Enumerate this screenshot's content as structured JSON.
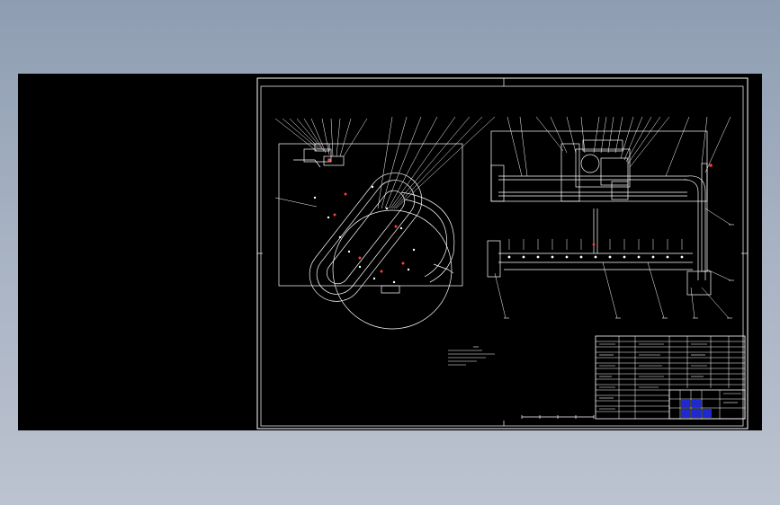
{
  "app": {
    "background_top": "#8e9db2",
    "background_bottom": "#bcc3d0",
    "canvas_color": "#000000",
    "line_color": "#ffffff",
    "highlight_color": "#ff3b3b",
    "title_block_accent": "#1e2ad0"
  },
  "drawing": {
    "content": "mechanical-assembly-drawing",
    "views": [
      "side-view-chain-conveyor",
      "front-view-conveyor"
    ],
    "notes_label": "",
    "title_block": ""
  }
}
